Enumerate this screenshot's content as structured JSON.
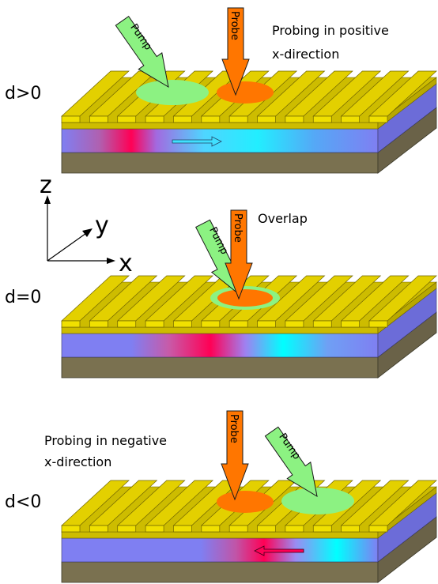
{
  "panels": [
    {
      "id": "d-positive",
      "delay_label": "d>0",
      "caption": [
        "Probing in positive",
        "x-direction"
      ],
      "pump_label": "Pump",
      "probe_label": "Probe",
      "arrow_direction": "+x"
    },
    {
      "id": "d-zero",
      "delay_label": "d=0",
      "caption": [
        "Overlap"
      ],
      "pump_label": "Pump",
      "probe_label": "Probe",
      "arrow_direction": "none"
    },
    {
      "id": "d-negative",
      "delay_label": "d<0",
      "caption": [
        "Probing in negative",
        "x-direction"
      ],
      "pump_label": "Pump",
      "probe_label": "Probe",
      "arrow_direction": "-x"
    }
  ],
  "axes": {
    "z": "z",
    "y": "y",
    "x": "x"
  },
  "colors": {
    "grating": "#e3d000",
    "waveguide": "#7f7ff2",
    "substrate": "#7a7150",
    "pump": "#8cf282",
    "probe": "#ff7600",
    "pulse_hot": "#ff0055",
    "pulse_cold": "#00ffff"
  }
}
